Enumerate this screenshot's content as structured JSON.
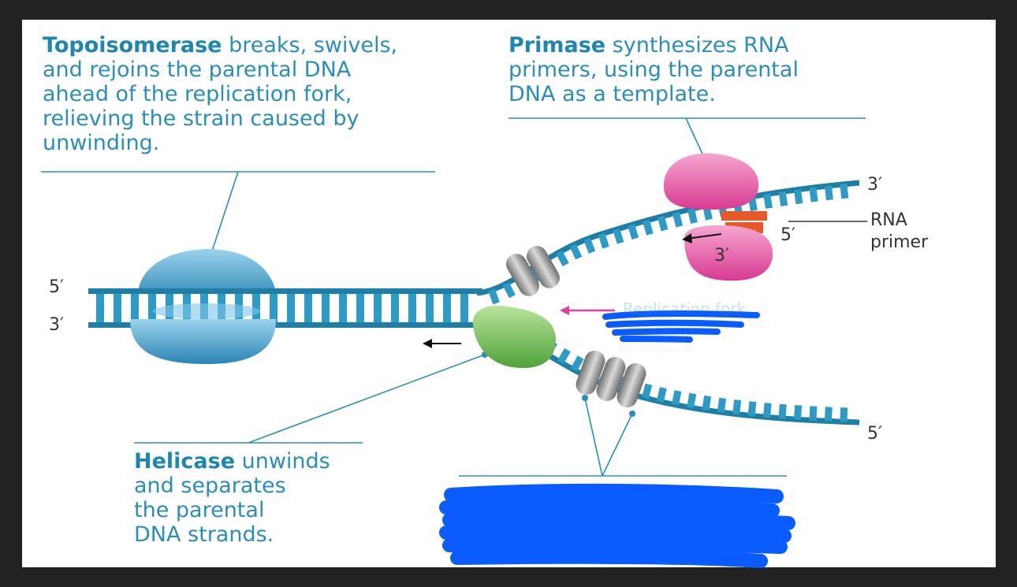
{
  "captions": {
    "topoisomerase": {
      "bold": "Topoisomerase",
      "lines": [
        " breaks, swivels,",
        "and rejoins the parental DNA",
        "ahead of the replication fork,",
        "relieving the strain caused by",
        "unwinding."
      ]
    },
    "primase": {
      "bold": "Primase",
      "lines": [
        " synthesizes RNA",
        "primers, using the parental",
        "DNA as a template."
      ]
    },
    "helicase": {
      "bold": "Helicase",
      "lines": [
        " unwinds",
        "and separates",
        "the parental",
        "DNA strands."
      ]
    },
    "fork_label": "Replication fork"
  },
  "strand_ends": {
    "left_top": "5′",
    "left_bottom": "3′",
    "top_right": "3′",
    "primer_5": "5′",
    "primer_3": "3′",
    "bottom_right": "5′"
  },
  "rna_primer_label": [
    "RNA",
    "primer"
  ],
  "colors": {
    "caption_text": "#2a8fb6",
    "dna_strand": "#1d7ea6",
    "dna_rungs": "#2e9bc7",
    "topoisomerase": "#3a9fcc",
    "primase": "#e34aa0",
    "helicase": "#6fbf4e",
    "clamp_proteins": "#8e8e8e",
    "rna_primer": "#e8592a",
    "fork_arrow": "#e2409a",
    "redaction": "#0a5cff"
  }
}
